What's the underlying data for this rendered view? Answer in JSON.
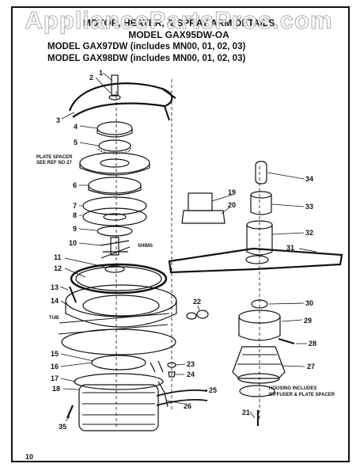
{
  "watermark": "AppliancePartsPros.com",
  "title": {
    "line1": "MOTOR, HEATER, & SPRAY ARM DETAILS",
    "line2": "MODEL GAX95DW-OA",
    "line3": "MODEL GAX97DW (includes MN00, 01, 02, 03)",
    "line4": "MODEL GAX98DW (includes MN00, 01, 02, 03)"
  },
  "notes": {
    "plate_spacer_1": "PLATE SPACER",
    "plate_spacer_2": "SEE REF NO 27",
    "shims": "SHIMS",
    "tub": "TUB",
    "housing_1": "HOUSING INCLUDES",
    "housing_2": "DIFFUSER & PLATE SPACER"
  },
  "callouts": [
    "1",
    "2",
    "3",
    "4",
    "5",
    "6",
    "7",
    "8",
    "9",
    "10",
    "11",
    "12",
    "13",
    "14",
    "15",
    "16",
    "17",
    "18",
    "19",
    "20",
    "21",
    "22",
    "23",
    "24",
    "25",
    "26",
    "27",
    "28",
    "29",
    "30",
    "31",
    "32",
    "33",
    "34",
    "35"
  ],
  "page_number": "10"
}
